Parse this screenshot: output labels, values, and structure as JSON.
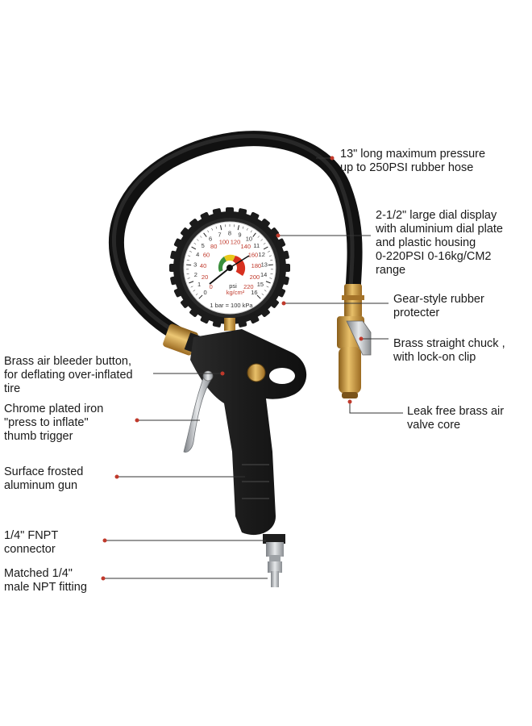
{
  "colors": {
    "leader_dot": "#c0392b",
    "leader_line": "#333333",
    "hose": "#1c1c1c",
    "gun_body": "#1e1e1e",
    "brass": "#c9963a",
    "chrome": "#b8bcc0"
  },
  "callouts": {
    "hose": [
      "13\" long maximum pressure",
      "up to 250PSI rubber hose"
    ],
    "dial": [
      "2-1/2\" large dial display",
      "with aluminium dial plate",
      "and plastic housing",
      "0-220PSI 0-16kg/CM2",
      "range"
    ],
    "protector": [
      "Gear-style rubber",
      "protecter"
    ],
    "chuck": [
      "Brass straight chuck ,",
      "with lock-on clip"
    ],
    "valve": [
      "Leak free brass air",
      "valve core"
    ],
    "bleeder": [
      "Brass air bleeder button,",
      "for deflating over-inflated",
      "tire"
    ],
    "trigger": [
      "Chrome plated iron",
      "\"press to inflate\"",
      "thumb trigger"
    ],
    "gun": [
      "Surface frosted",
      "aluminum gun"
    ],
    "connector": [
      "1/4\" FNPT",
      "connector"
    ],
    "fitting": [
      "Matched 1/4\"",
      "male NPT fitting"
    ]
  },
  "gauge": {
    "psi_ticks": [
      "0",
      "20",
      "40",
      "60",
      "80",
      "100",
      "120",
      "140",
      "160",
      "180",
      "200",
      "220"
    ],
    "kg_ticks": [
      "0",
      "1",
      "2",
      "3",
      "4",
      "5",
      "6",
      "7",
      "8",
      "9",
      "10",
      "11",
      "12",
      "13",
      "14",
      "15",
      "16"
    ],
    "unit_psi": "psi",
    "unit_kg": "kg/cm²",
    "footnote": "1 bar = 100 kPa"
  },
  "icons": {
    "hose": "hose-icon",
    "gauge": "pressure-gauge-icon",
    "gun": "inflator-gun-icon"
  }
}
